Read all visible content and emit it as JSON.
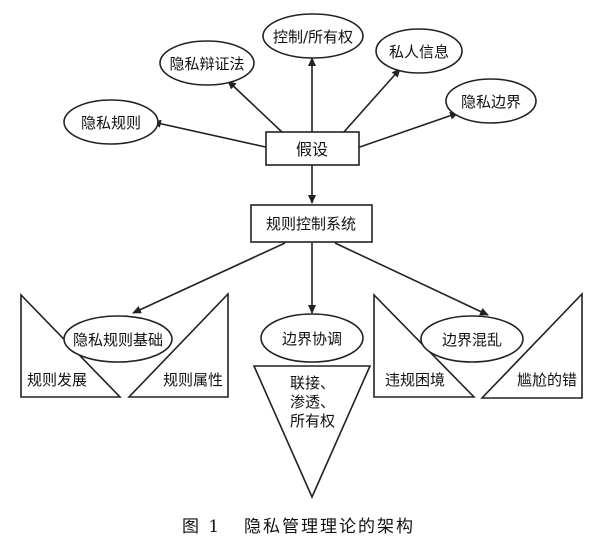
{
  "top_nodes": {
    "privacy_rules": "隐私规则",
    "privacy_dialectics": "隐私辩证法",
    "control_ownership": "控制/所有权",
    "private_info": "私人信息",
    "privacy_boundary": "隐私边界"
  },
  "hypothesis": "假设",
  "rule_system": "规则控制系统",
  "left_group": {
    "center": "隐私规则基础",
    "left": "规则发展",
    "right": "规则属性"
  },
  "middle_group": {
    "center": "边界协调",
    "lines": [
      "联接、",
      "渗透、",
      "所有权"
    ]
  },
  "right_group": {
    "center": "边界混乱",
    "left": "违规困境",
    "right": "尴尬的错"
  },
  "caption": {
    "number": "图 1",
    "title": "隐私管理理论的架构"
  }
}
